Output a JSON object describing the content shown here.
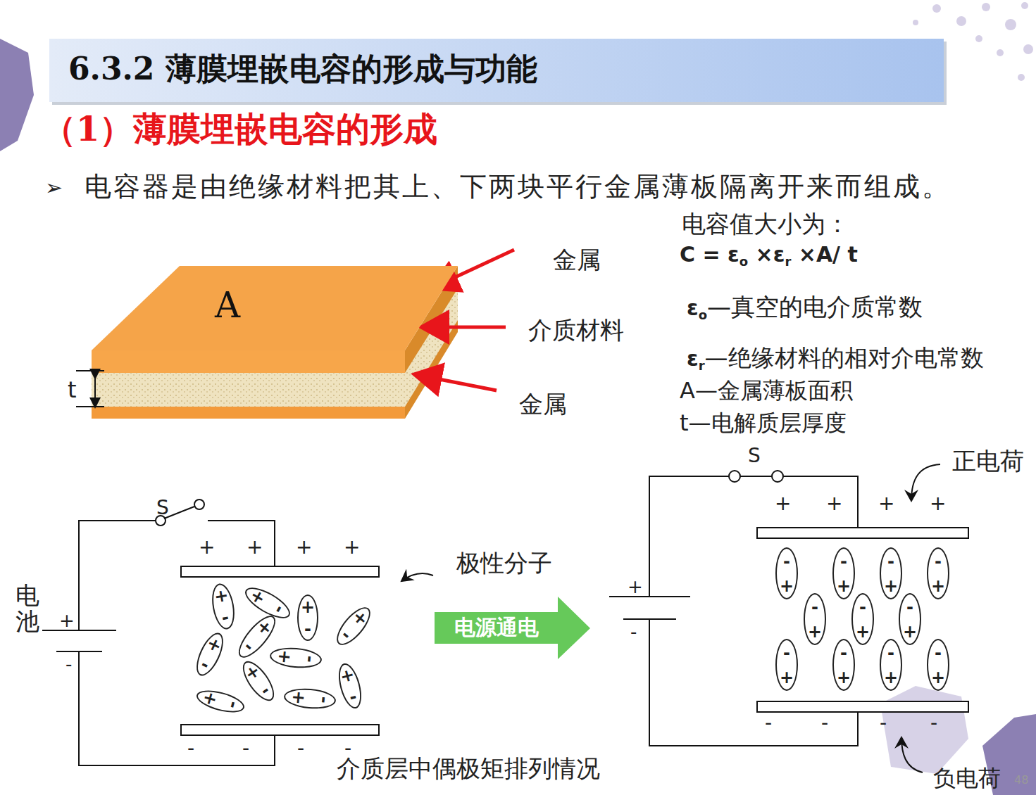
{
  "diagram": {
    "title": "6.3.2 薄膜埋嵌电容的形成与功能",
    "caption": "介质层中偶极矩排列情况",
    "nodes": [
      {
        "text": [
          "A"
        ]
      },
      {
        "text": [
          "+",
          "-"
        ]
      },
      {
        "text": [
          "+",
          "-"
        ]
      },
      {
        "text": [
          "+",
          "-"
        ]
      },
      {
        "text": [
          "+",
          "-"
        ]
      },
      {
        "text": [
          "+",
          "-"
        ]
      },
      {
        "text": [
          "+",
          "-"
        ]
      },
      {
        "text": [
          "+",
          "-"
        ]
      },
      {
        "text": [
          "+",
          "-"
        ]
      },
      {
        "text": [
          "+",
          "-"
        ]
      },
      {
        "text": [
          "+",
          "-"
        ]
      },
      {
        "text": [
          "+",
          "-"
        ]
      },
      {
        "text": [
          "电源通电"
        ]
      },
      {
        "text": [
          "-",
          "+"
        ]
      },
      {
        "text": [
          "-",
          "+"
        ]
      },
      {
        "text": [
          "-",
          "+"
        ]
      },
      {
        "text": [
          "-",
          "+"
        ]
      },
      {
        "text": [
          "-",
          "+"
        ]
      },
      {
        "text": [
          "-",
          "+"
        ]
      },
      {
        "text": [
          "-",
          "+"
        ]
      },
      {
        "text": [
          "-",
          "+"
        ]
      },
      {
        "text": [
          "-",
          "+"
        ]
      },
      {
        "text": [
          "-",
          "+"
        ]
      },
      {
        "text": [
          "-",
          "+"
        ]
      }
    ],
    "labels": [
      "（1）薄膜埋嵌电容的形成",
      "➢",
      "电容器是由绝缘材料把其上、下两块平行金属薄板隔离开来而组成。",
      "电容值大小为：",
      "C = ε",
      "o",
      " ×ε",
      "r",
      " ×A/ t",
      "ε",
      "o",
      "—真空的电介质常数",
      "ε",
      "r",
      "—绝缘材料的相对介电常数",
      "A—金属薄板面积",
      "t—电解质层厚度",
      "金属",
      "介质材料",
      "金属",
      "t",
      "电池",
      "S",
      "+",
      "-",
      "+",
      "+",
      "+",
      "+",
      "-",
      "-",
      "-",
      "-",
      "极性分子",
      "S",
      "+",
      "-",
      "+",
      "+",
      "+",
      "+",
      "-",
      "-",
      "-",
      "-",
      "正电荷",
      "负电荷",
      "48"
    ]
  }
}
